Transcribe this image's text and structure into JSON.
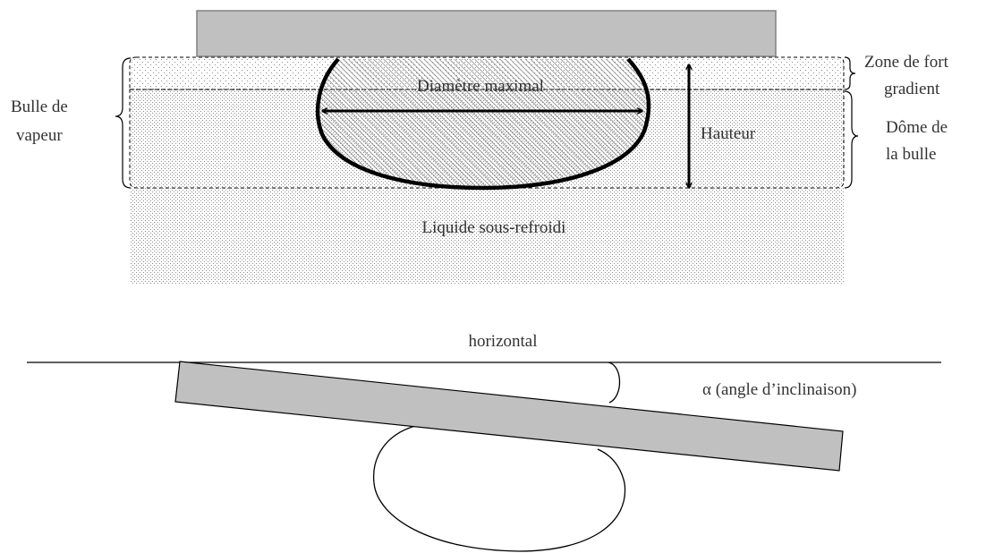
{
  "labels": {
    "zone_fort_gradient": [
      "Zone de fort",
      "gradient"
    ],
    "bulle_de_vapeur": [
      "Bulle de",
      "vapeur"
    ],
    "dome_bulle": [
      "Dôme de",
      "la bulle"
    ],
    "diametre": "Diamètre maximal",
    "hauteur": "Hauteur",
    "liquide": "Liquide sous-refroidi",
    "horizontal": "horizontal",
    "angle": "α (angle d’inclinaison)"
  },
  "colors": {
    "heater": "#c0c0c0",
    "heater_stroke": "#808080",
    "dots": "#8c8c8c",
    "hatch": "#8a8a8a",
    "line": "#000000",
    "text": "#333333"
  }
}
